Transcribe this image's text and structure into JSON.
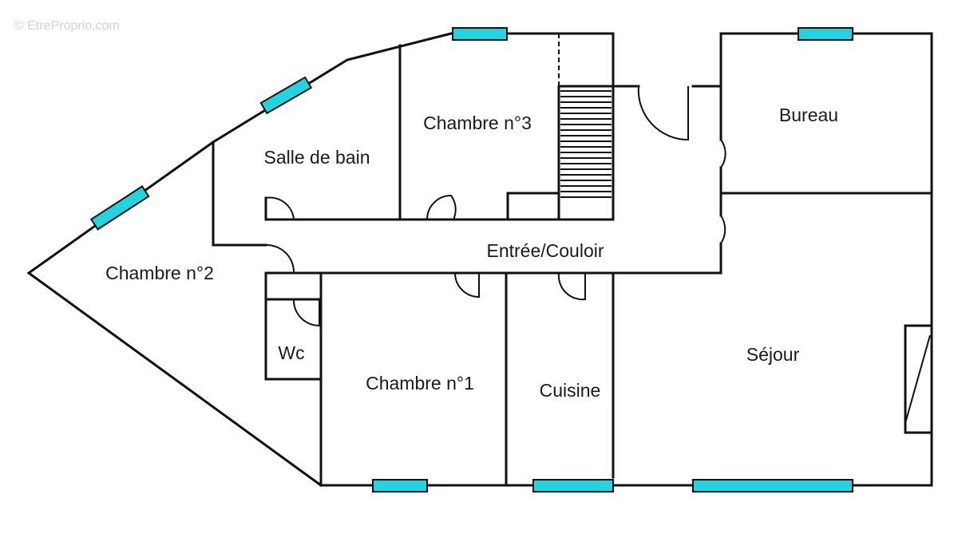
{
  "watermark": "© EtreProprio.com",
  "rooms": {
    "chambre2": "Chambre n°2",
    "salle_de_bain": "Salle de bain",
    "chambre3": "Chambre n°3",
    "bureau": "Bureau",
    "entree": "Entrée/Couloir",
    "wc": "Wc",
    "chambre1": "Chambre n°1",
    "cuisine": "Cuisine",
    "sejour": "Séjour"
  },
  "colors": {
    "window": "#22d3e0",
    "wall": "#111111"
  }
}
